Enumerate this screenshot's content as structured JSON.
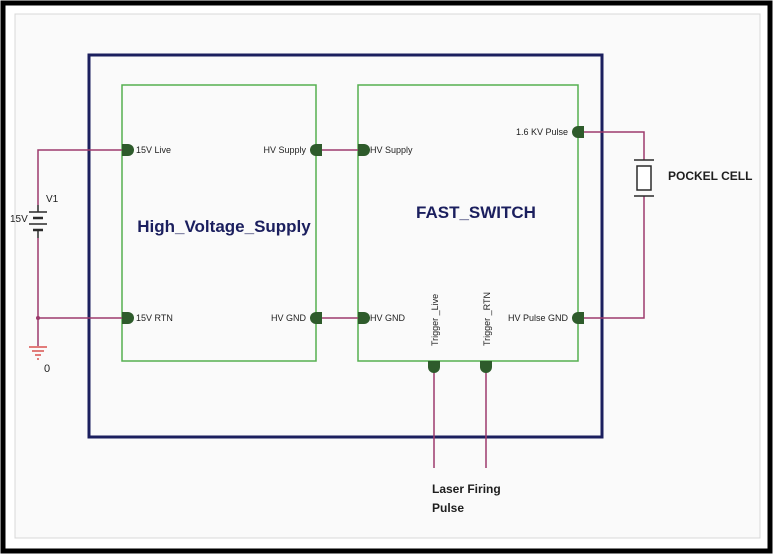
{
  "blocks": {
    "hv_supply": {
      "title": "High_Voltage_Supply",
      "pins": {
        "live": "15V Live",
        "rtn": "15V RTN",
        "hv_supply": "HV Supply",
        "hv_gnd": "HV GND"
      }
    },
    "fast_switch": {
      "title": "FAST_SWITCH",
      "pins": {
        "hv_supply": "HV Supply",
        "hv_gnd": "HV GND",
        "kv_pulse": "1.6 KV Pulse",
        "hv_pulse_gnd": "HV Pulse GND",
        "trigger_live": "Trigger _Live",
        "trigger_rtn": "Trigger _RTN"
      }
    }
  },
  "source": {
    "ref": "V1",
    "value": "15V"
  },
  "ground": {
    "label": "0"
  },
  "load": {
    "label": "POCKEL CELL"
  },
  "trigger": {
    "line1": "Laser Firing",
    "line2": "Pulse"
  },
  "colors": {
    "wire": "#9c3a6c",
    "block_border": "#55b04f",
    "outer_border": "#1b1f5e",
    "pin_fill": "#2e5b2b",
    "ground": "#d9534f",
    "frame": "#000000"
  }
}
